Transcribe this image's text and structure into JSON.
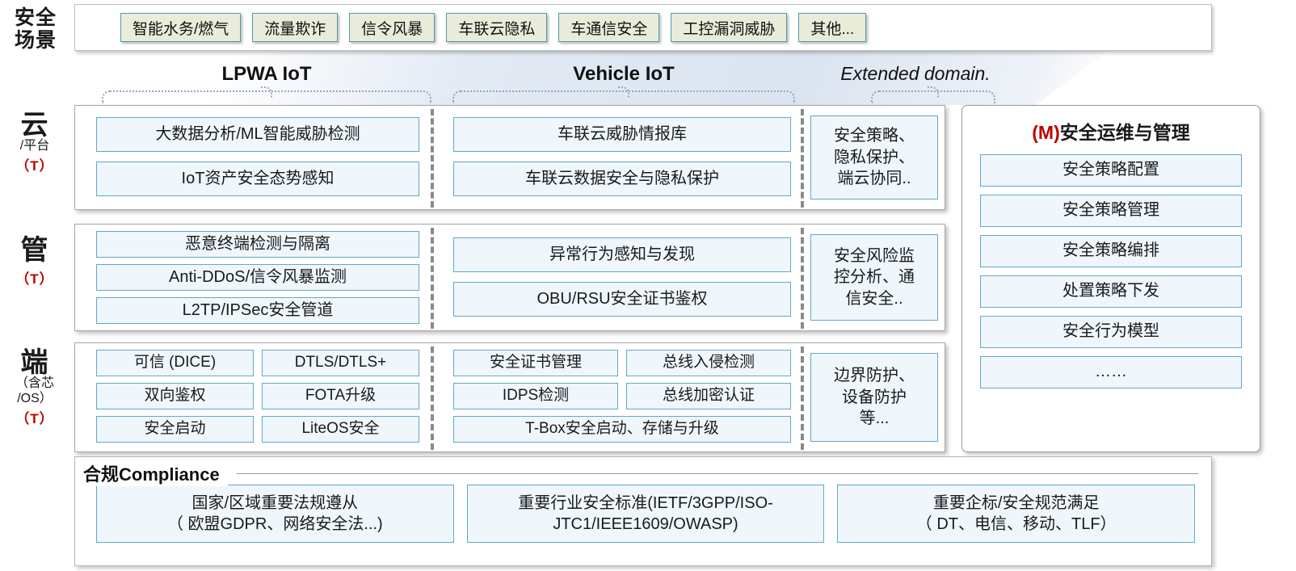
{
  "scenario": {
    "rail_label": "安全\n场景",
    "rail_line1": "安全",
    "rail_line2": "场景",
    "tags": [
      "智能水务/燃气",
      "流量欺诈",
      "信令风暴",
      "车联云隐私",
      "车通信安全",
      "工控漏洞威胁",
      "其他..."
    ]
  },
  "domains": [
    {
      "title": "LPWA IoT",
      "style": "bold"
    },
    {
      "title": "Vehicle IoT",
      "style": "bold"
    },
    {
      "title": "Extended domain.",
      "style": "italic"
    }
  ],
  "rails": [
    {
      "big": "云",
      "sub": "/平台",
      "tmark": "（T）"
    },
    {
      "big": "管",
      "sub": "",
      "tmark": "（T）"
    },
    {
      "big": "端",
      "sub": "（含芯\n/OS）",
      "sub1": "（含芯",
      "sub2": "/OS）",
      "tmark": "（T）"
    }
  ],
  "layers": [
    {
      "name": "cloud",
      "lpwa": [
        "大数据分析/ML智能威胁检测",
        "IoT资产安全态势感知"
      ],
      "vehicle": [
        "车联云威胁情报库",
        "车联云数据安全与隐私保护"
      ],
      "extended": [
        "安全策略、",
        "隐私保护、",
        "端云协同.."
      ]
    },
    {
      "name": "pipe",
      "lpwa": [
        "恶意终端检测与隔离",
        "Anti-DDoS/信令风暴监测",
        "L2TP/IPSec安全管道"
      ],
      "vehicle": [
        "异常行为感知与发现",
        "OBU/RSU安全证书鉴权"
      ],
      "extended": [
        "安全风险监",
        "控分析、通",
        "信安全.."
      ]
    },
    {
      "name": "device",
      "lpwa_grid": [
        "可信 (DICE)",
        "DTLS/DTLS+",
        "双向鉴权",
        "FOTA升级",
        "安全启动",
        "LiteOS安全"
      ],
      "vehicle_grid": [
        "安全证书管理",
        "总线入侵检测",
        "IDPS检测",
        "总线加密认证"
      ],
      "vehicle_wide": "T-Box安全启动、存储与升级",
      "extended": [
        "边界防护、",
        "设备防护",
        "等..."
      ]
    }
  ],
  "management": {
    "prefix": "(M)",
    "title": "安全运维与管理",
    "items": [
      "安全策略配置",
      "安全策略管理",
      "安全策略编排",
      "处置策略下发",
      "安全行为模型",
      "……"
    ]
  },
  "compliance": {
    "title": "合规Compliance",
    "items": [
      "国家/区域重要法规遵从\n（ 欧盟GDPR、网络安全法...)",
      "重要行业安全标准(IETF/3GPP/ISO-\nJTC1/IEEE1609/OWASP)",
      "重要企标/安全规范满足\n（ DT、电信、移动、TLF）"
    ]
  },
  "colors": {
    "tag_fill": "#e9ecd9",
    "tag_border": "#4f9bb0",
    "cap_fill": "#eff6fc",
    "cap_border": "#63a9c4",
    "accent_red": "#c00000",
    "divider": "#8a8a8a"
  }
}
